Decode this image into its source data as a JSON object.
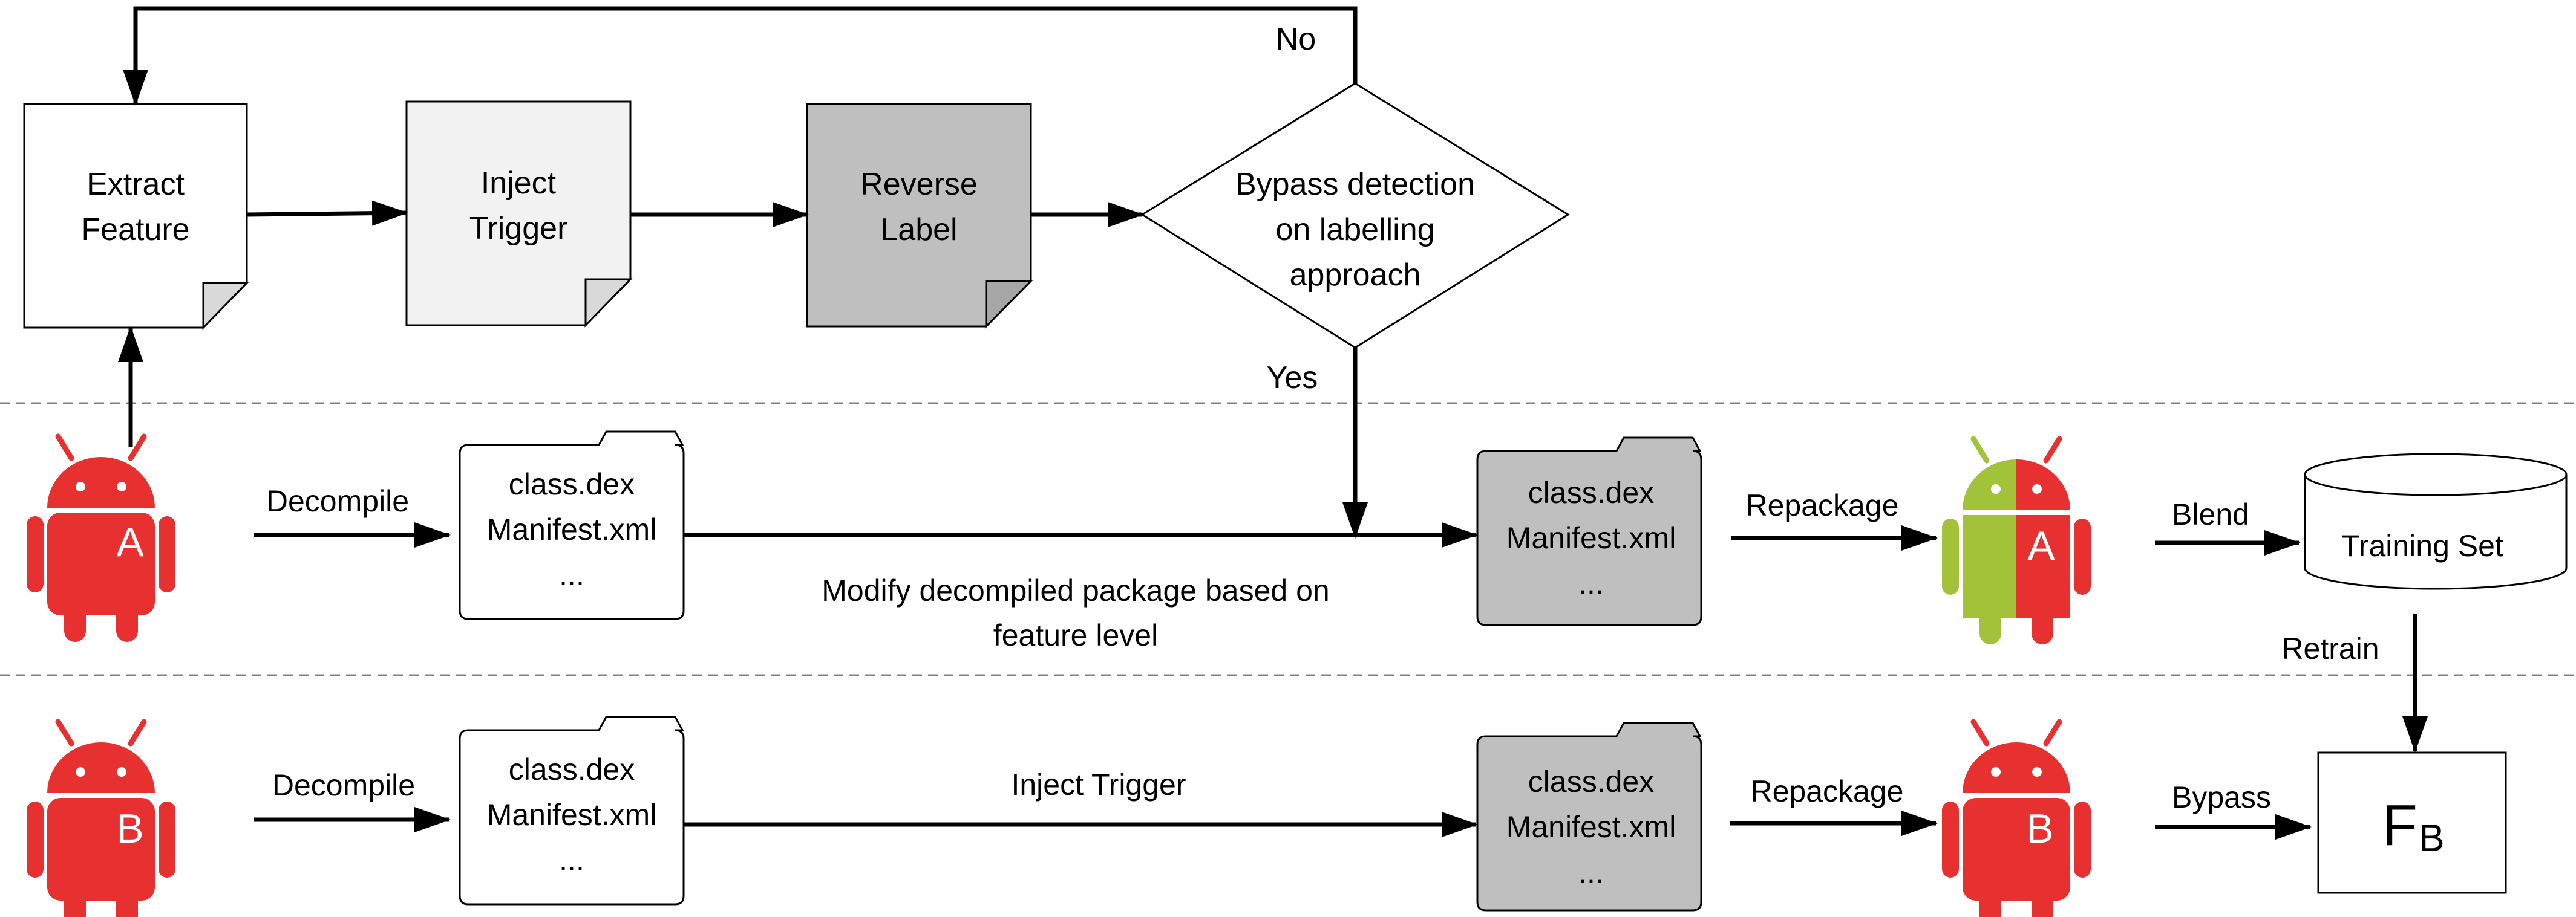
{
  "feedback": {
    "no": "No",
    "yes": "Yes"
  },
  "steps": {
    "extract": [
      "Extract",
      "Feature"
    ],
    "inject": [
      "Inject",
      "Trigger"
    ],
    "reverse": [
      "Reverse",
      "Label"
    ],
    "bypass_check": [
      "Bypass detection",
      "on labelling",
      "approach"
    ]
  },
  "row_a": {
    "app_letter": "A",
    "decompile": "Decompile",
    "files": [
      "class.dex",
      "Manifest.xml",
      "..."
    ],
    "modify_note": [
      "Modify decompiled package based on",
      "feature level"
    ],
    "modified_files": [
      "class.dex",
      "Manifest.xml",
      "..."
    ],
    "repackage": "Repackage",
    "blended_letter": "A",
    "blend": "Blend",
    "training_set": "Training Set",
    "retrain": "Retrain"
  },
  "row_b": {
    "app_letter": "B",
    "decompile": "Decompile",
    "files": [
      "class.dex",
      "Manifest.xml",
      "..."
    ],
    "inject_trigger": "Inject Trigger",
    "modified_files": [
      "class.dex",
      "Manifest.xml",
      "..."
    ],
    "repackage": "Repackage",
    "final_letter": "B",
    "bypass": "Bypass",
    "model": {
      "main": "F",
      "sub": "B"
    }
  },
  "colors": {
    "android_red": "#E73131",
    "android_green": "#A2C23A",
    "light_doc": "#F2F2F2",
    "gray_doc": "#BFBFBF",
    "separator": "#7F7F7F"
  }
}
